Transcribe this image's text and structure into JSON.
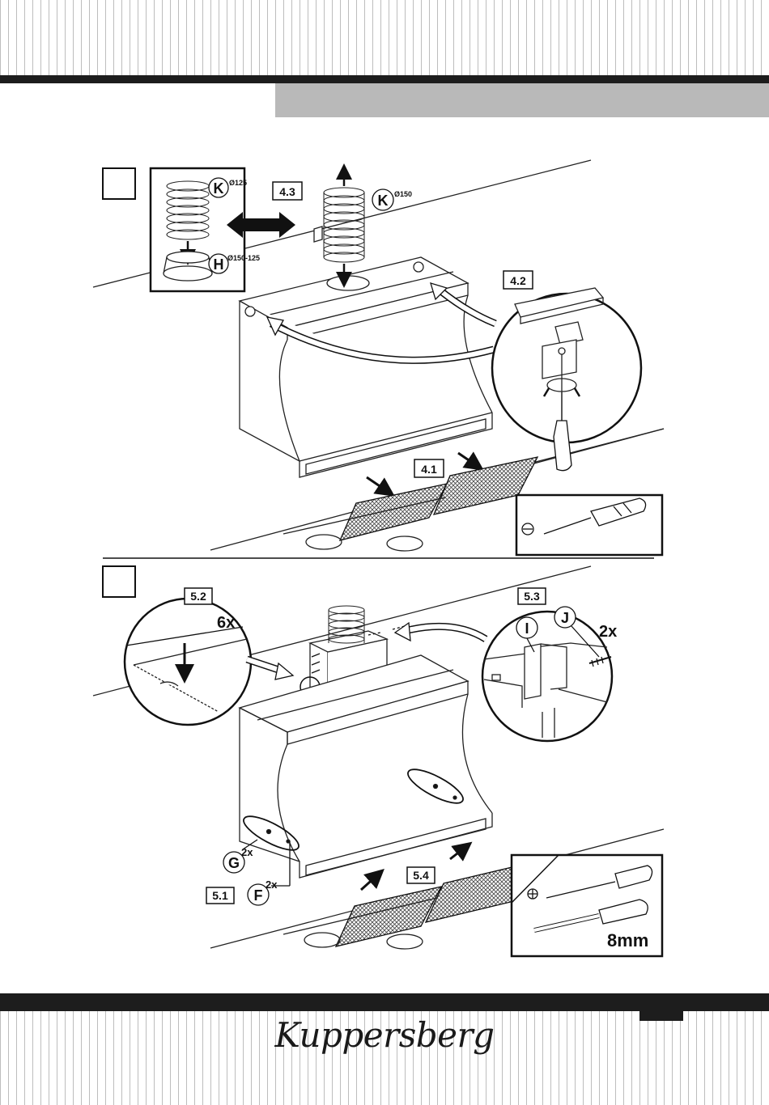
{
  "brand": "Kuppersberg",
  "step4": {
    "callouts": [
      "4.3",
      "4.2",
      "4.1"
    ],
    "part_k_small": "K",
    "part_k_small_dim": "Ø125",
    "part_k_large": "K",
    "part_k_large_dim": "Ø150",
    "part_h": "H",
    "part_h_dim": "Ø150-125"
  },
  "step5": {
    "callouts": [
      "5.2",
      "5.3",
      "5.4",
      "5.1"
    ],
    "count_6x": "6x",
    "part_i": "I",
    "part_j": "J",
    "count_j": "2x",
    "part_g": "G",
    "count_g": "2x",
    "part_f": "F",
    "count_f": "2x",
    "tool_size": "8mm"
  },
  "colors": {
    "dark_bar": "#1d1d1d",
    "header_band": "#b9b9b9",
    "line": "#222222"
  }
}
